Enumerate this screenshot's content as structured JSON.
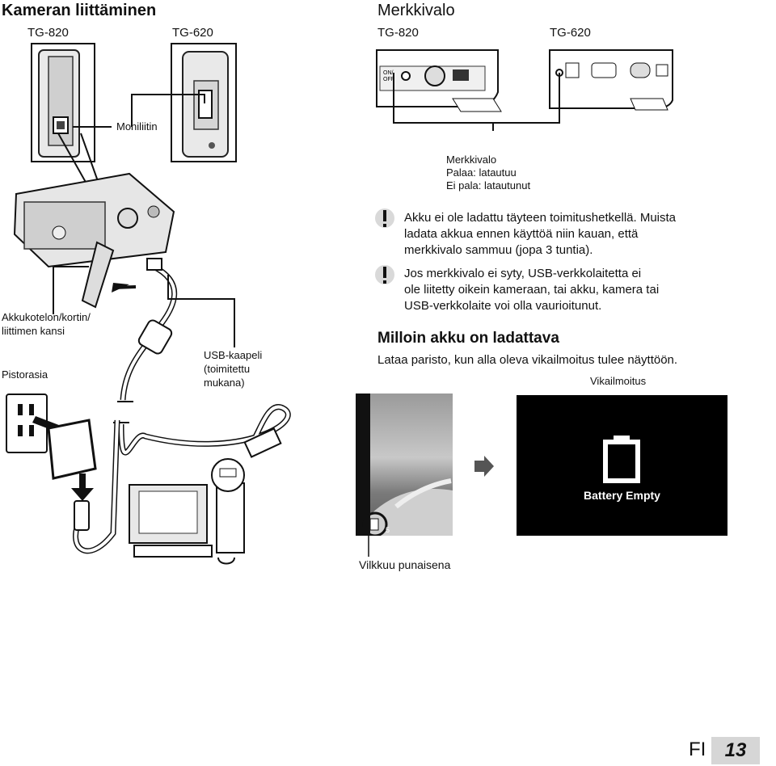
{
  "left": {
    "title": "Kameran liittäminen",
    "model_a": "TG-820",
    "model_b": "TG-620",
    "label_multiconnector": "Moniliitin",
    "label_cover_1": "Akkukotelon/kortin/",
    "label_cover_2": "liittimen kansi",
    "label_outlet": "Pistorasia",
    "label_usb_1": "USB-kaapeli",
    "label_usb_2": "(toimitettu",
    "label_usb_3": "mukana)"
  },
  "right": {
    "title": "Merkkivalo",
    "model_a": "TG-820",
    "model_b": "TG-620",
    "indicator_label": "Merkkivalo",
    "indicator_on": "Palaa: latautuu",
    "indicator_off": "Ei pala: latautunut",
    "notes": [
      {
        "icon": "caution-icon",
        "lines": [
          "Akku ei ole ladattu täyteen toimitushetkellä. Muista",
          "ladata akkua ennen käyttöä niin kauan, että",
          "merkkivalo sammuu (jopa 3 tuntia)."
        ]
      },
      {
        "icon": "caution-icon",
        "lines": [
          "Jos merkkivalo ei syty, USB-verkkolaitetta ei",
          "ole liitetty oikein kameraan, tai akku, kamera tai",
          "USB-verkkolaite voi olla vaurioitunut."
        ]
      }
    ],
    "section_title": "Milloin akku on ladattava",
    "section_text": "Lataa paristo, kun alla oleva vikailmoitus tulee näyttöön.",
    "error_caption": "Vikailmoitus",
    "error_message": "Battery Empty",
    "blink_caption": "Vilkkuu punaisena"
  },
  "footer": {
    "lang": "FI",
    "page": "13"
  }
}
